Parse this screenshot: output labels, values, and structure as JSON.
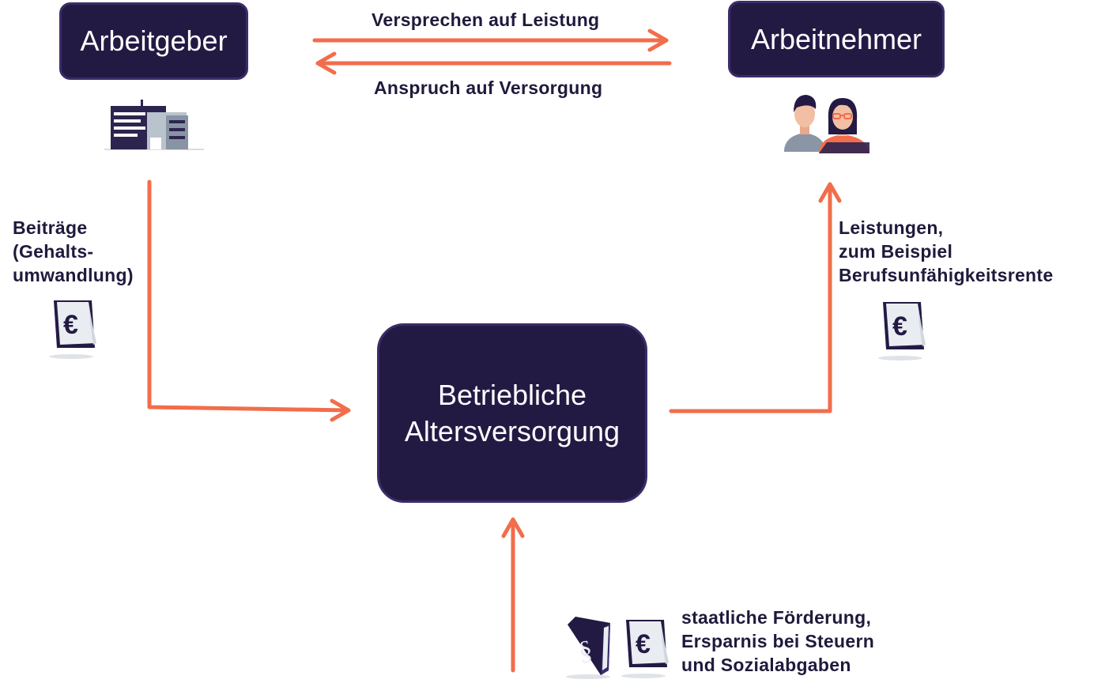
{
  "boxes": {
    "employer": "Arbeitgeber",
    "employee": "Arbeitnehmer",
    "center_line1": "Betriebliche",
    "center_line2": "Altersversorgung"
  },
  "labels": {
    "promise": "Versprechen auf Leistung",
    "claim": "Anspruch auf Versorgung",
    "contrib_line1": "Beiträge",
    "contrib_line2": "(Gehalts-",
    "contrib_line3": "umwandlung)",
    "benefits_line1": "Leistungen,",
    "benefits_line2": "zum Beispiel",
    "benefits_line3": "Berufsunfähigkeitsrente",
    "subsidy_line1": "staatliche Förderung,",
    "subsidy_line2": "Ersparnis bei Steuern",
    "subsidy_line3": "und Sozialabgaben"
  },
  "icons": {
    "building": "building-icon",
    "people": "people-icon",
    "money": "euro-document-icon",
    "law_book": "law-book-icon"
  },
  "glyphs": {
    "euro": "€",
    "paragraph": "§"
  },
  "colors": {
    "box_fill": "#231a44",
    "arrow": "#f26d4b",
    "text": "#1f1a3c"
  }
}
